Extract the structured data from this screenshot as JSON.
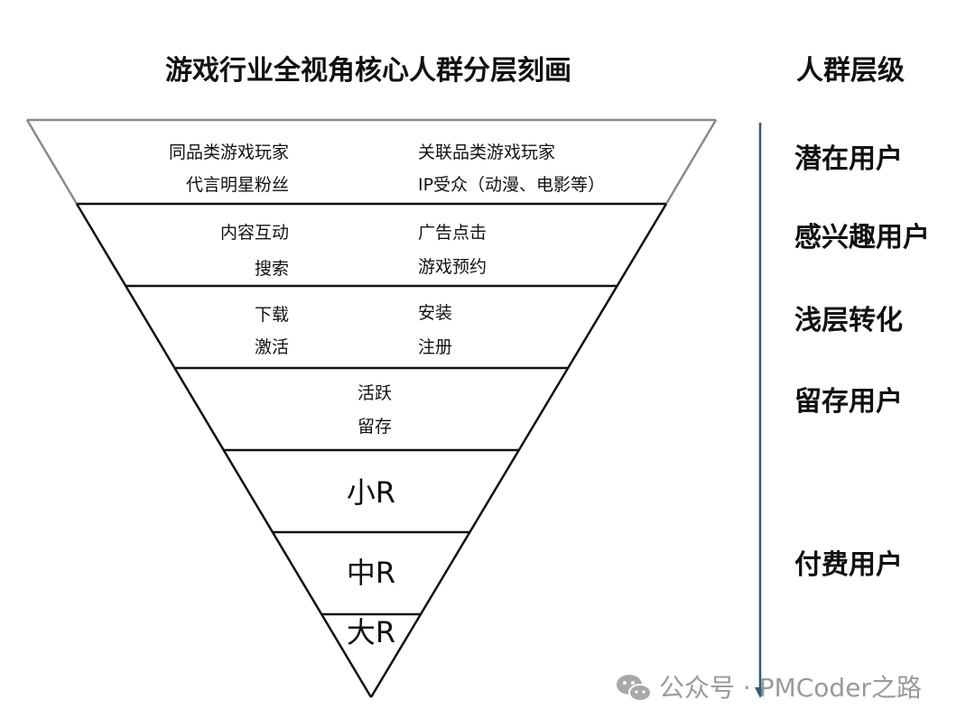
{
  "title": "游戏行业全视角核心人群分层刻画",
  "level_header": "人群层级",
  "levels": [
    "潜在用户",
    "感兴趣用户",
    "浅层转化",
    "留存用户",
    "付费用户"
  ],
  "layers": [
    {
      "left": [
        "同品类游戏玩家",
        "代言明星粉丝"
      ],
      "right": [
        "关联品类游戏玩家",
        "IP受众（动漫、电影等）"
      ]
    },
    {
      "left": [
        "内容互动",
        "搜索"
      ],
      "right": [
        "广告点击",
        "游戏预约"
      ]
    },
    {
      "left": [
        "下载",
        "激活"
      ],
      "right": [
        "安装",
        "注册"
      ]
    },
    {
      "center": [
        "活跃",
        "留存"
      ]
    },
    {
      "center": [
        "小R"
      ]
    },
    {
      "center": [
        "中R"
      ]
    },
    {
      "center": [
        "大R"
      ]
    }
  ],
  "watermark": {
    "icon": "wechat-icon",
    "text": "公众号 · PMCoder之路"
  },
  "colors": {
    "funnel_stroke": "#111111",
    "funnel_top_stroke": "#8a8a8a",
    "arrow": "#2e5d7e",
    "watermark": "#9a9a9a"
  }
}
